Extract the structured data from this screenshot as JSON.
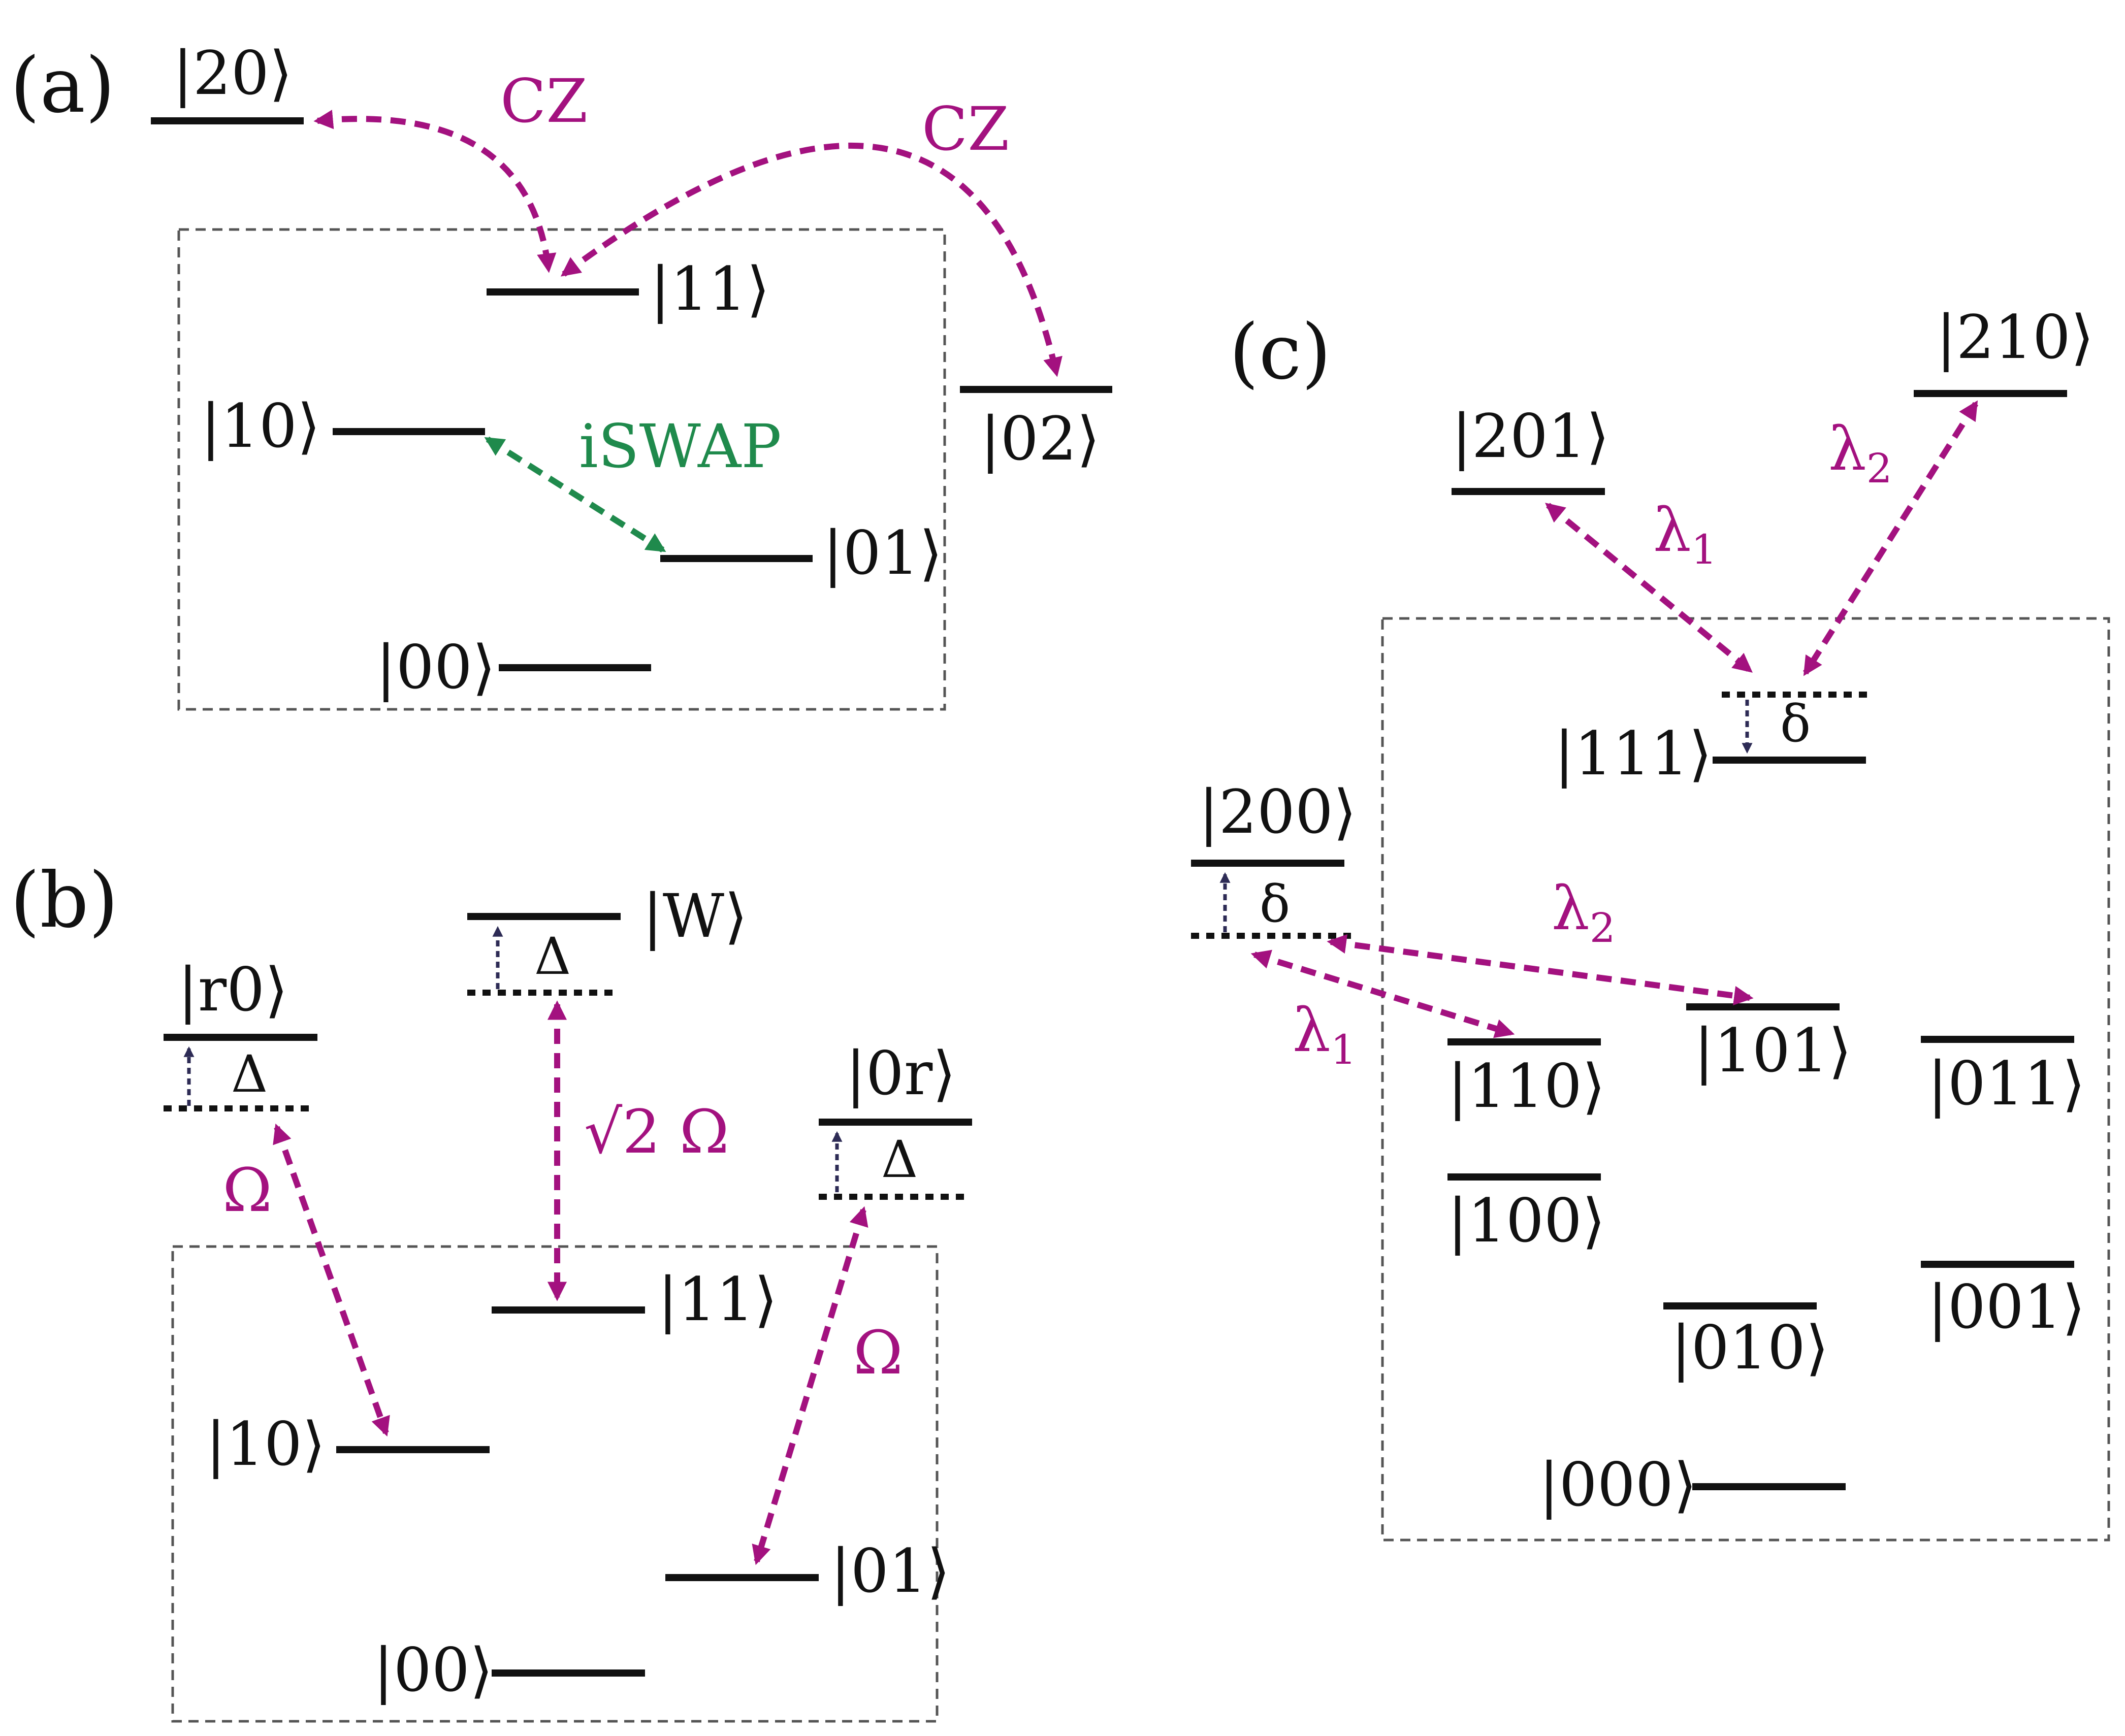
{
  "panels": {
    "a": {
      "label": "(a)",
      "states": {
        "s20": "|20⟩",
        "s11": "|11⟩",
        "s10": "|10⟩",
        "s01": "|01⟩",
        "s00": "|00⟩",
        "s02": "|02⟩"
      },
      "couplings": {
        "cz_left": "CZ",
        "cz_right": "CZ",
        "iswap": "iSWAP"
      }
    },
    "b": {
      "label": "(b)",
      "states": {
        "r0": "|r0⟩",
        "W": "|W⟩",
        "r0b": "|0r⟩",
        "s11": "|11⟩",
        "s10": "|10⟩",
        "s01": "|01⟩",
        "s00": "|00⟩"
      },
      "detunings": {
        "left": "Δ",
        "mid": "Δ",
        "right": "Δ"
      },
      "couplings": {
        "omega_left": "Ω",
        "omega_mid": "√2 Ω",
        "omega_right": "Ω"
      }
    },
    "c": {
      "label": "(c)",
      "states": {
        "s201": "|201⟩",
        "s210": "|210⟩",
        "s111": "|111⟩",
        "s200": "|200⟩",
        "s110": "|110⟩",
        "s101": "|101⟩",
        "s011": "|011⟩",
        "s100": "|100⟩",
        "s010": "|010⟩",
        "s001": "|001⟩",
        "s000": "|000⟩"
      },
      "detunings": {
        "top": "δ",
        "left": "δ"
      },
      "couplings": {
        "lambda1_top": "λ",
        "lambda1_top_sub": "1",
        "lambda2_top": "λ",
        "lambda2_top_sub": "2",
        "lambda2_mid": "λ",
        "lambda2_mid_sub": "2",
        "lambda1_mid": "λ",
        "lambda1_mid_sub": "1"
      }
    }
  },
  "colors": {
    "coupling_magenta": "#a3117f",
    "iswap_green": "#1f8a4c",
    "detuning_navy": "#2d2b55",
    "levels": "#111111",
    "box": "#555555"
  }
}
